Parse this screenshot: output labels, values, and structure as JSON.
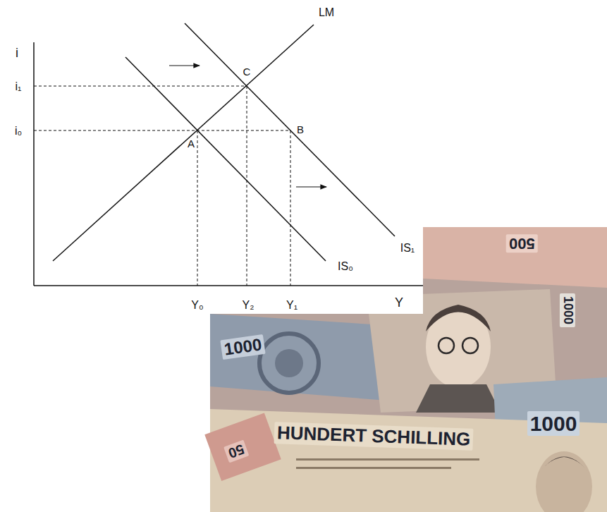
{
  "diagram": {
    "labels": [
      "i",
      "i₁",
      "i₀",
      "LM",
      "C",
      "A",
      "B",
      "IS₁",
      "IS₀",
      "Y₀",
      "Y₂",
      "Y₁",
      "Y",
      "1000",
      "1000",
      "1000",
      "HUNDERT SCHILLING",
      "500",
      "50"
    ]
  }
}
